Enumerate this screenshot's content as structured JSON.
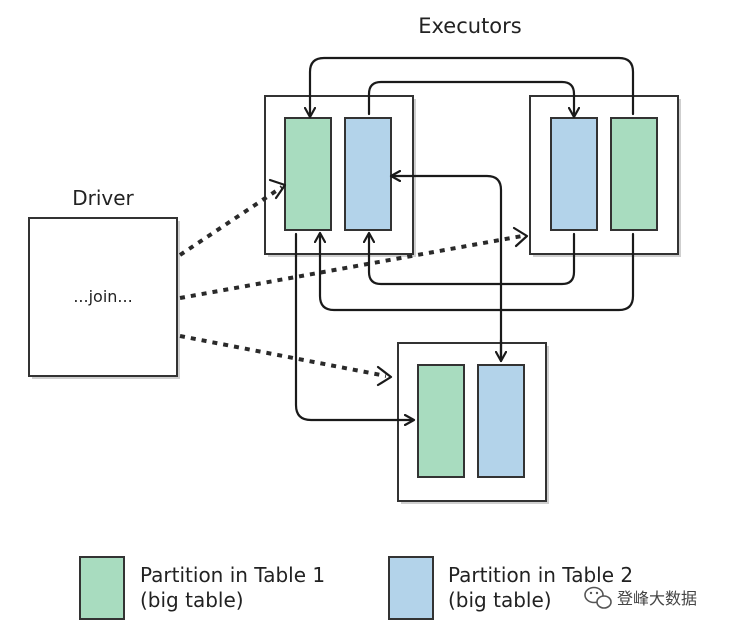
{
  "title": "Executors",
  "driver": {
    "label": "Driver",
    "content": "...join..."
  },
  "legend": [
    {
      "line1": "Partition in Table 1",
      "line2": "(big table)",
      "color": "#a8dcbf"
    },
    {
      "line1": "Partition in Table 2",
      "line2": "(big table)",
      "color": "#b3d3ea"
    }
  ],
  "watermark": "登峰大数据",
  "colors": {
    "table1": "#a8dcbf",
    "table2": "#b3d3ea"
  }
}
